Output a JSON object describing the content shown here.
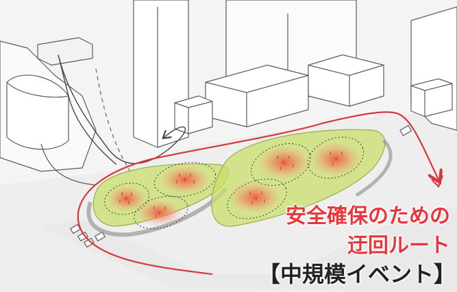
{
  "annotation": {
    "line1": "安全確保のための",
    "line2": "迂回ルート",
    "event_label": "【中規模イベント】"
  },
  "colors": {
    "route": "#d9363a",
    "plaza": "#c9df6a",
    "crowd": "#f04a3a",
    "building": "#ffffff",
    "building_edge": "#555555",
    "road": "#ebebeb"
  }
}
